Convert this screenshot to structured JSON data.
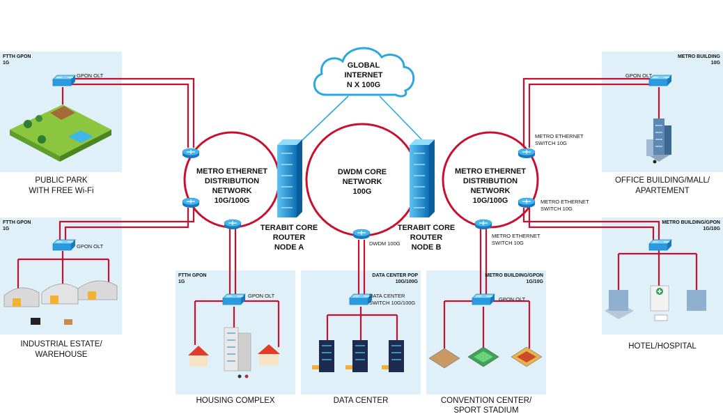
{
  "cloud": {
    "line1": "GLOBAL",
    "line2": "INTERNET",
    "line3": "N X 100G"
  },
  "rings": {
    "left": {
      "lines": [
        "METRO ETHERNET",
        "DISTRIBUTION",
        "NETWORK",
        "10G/100G"
      ]
    },
    "center": {
      "lines": [
        "DWDM CORE",
        "NETWORK",
        "100G"
      ]
    },
    "right": {
      "lines": [
        "METRO ETHERNET",
        "DISTRIBUTION",
        "NETWORK",
        "10G/100G"
      ]
    }
  },
  "routers": {
    "a": {
      "lines": [
        "TERABIT CORE",
        "ROUTER",
        "NODE A"
      ]
    },
    "b": {
      "lines": [
        "TERABIT CORE",
        "ROUTER",
        "NODE B"
      ]
    }
  },
  "labels": {
    "dwdm": "DWDM 100G",
    "gpon_olt": "GPON OLT",
    "metro_switch": [
      "METRO ETHERNET",
      "SWITCH 10G"
    ],
    "dc_switch": [
      "DATA CENTER",
      "SWITCH 10G/100G"
    ]
  },
  "panels": {
    "park": {
      "tag": [
        "FTTH GPON",
        "1G"
      ],
      "caption": [
        "PUBLIC PARK",
        "WITH FREE Wi-Fi"
      ]
    },
    "industrial": {
      "tag": [
        "FTTH GPON",
        "1G"
      ],
      "caption": [
        "INDUSTRIAL ESTATE/",
        "WAREHOUSE"
      ]
    },
    "housing": {
      "tag": [
        "FTTH GPON",
        "1G"
      ],
      "caption": [
        "HOUSING COMPLEX"
      ]
    },
    "datacenter": {
      "tag": [
        "DATA CENTER POP",
        "10G/100G"
      ],
      "caption": [
        "DATA CENTER"
      ]
    },
    "convention": {
      "tag": [
        "METRO BUILDING/GPON",
        "1G/10G"
      ],
      "caption": [
        "CONVENTION CENTER/",
        "SPORT STADIUM"
      ]
    },
    "office": {
      "tag": [
        "METRO BUILDING",
        "10G"
      ],
      "caption": [
        "OFFICE BUILDING/MALL/",
        "APARTEMENT"
      ]
    },
    "hotel": {
      "tag": [
        "METRO BUILDING/GPON",
        "1G/10G"
      ],
      "caption": [
        "HOTEL/HOSPITAL"
      ]
    }
  },
  "colors": {
    "accent_red": "#c8102e",
    "cloud_blue": "#29a8e0",
    "panel_bg": "#dff0f8",
    "router_blue": "#1e8fd6"
  }
}
